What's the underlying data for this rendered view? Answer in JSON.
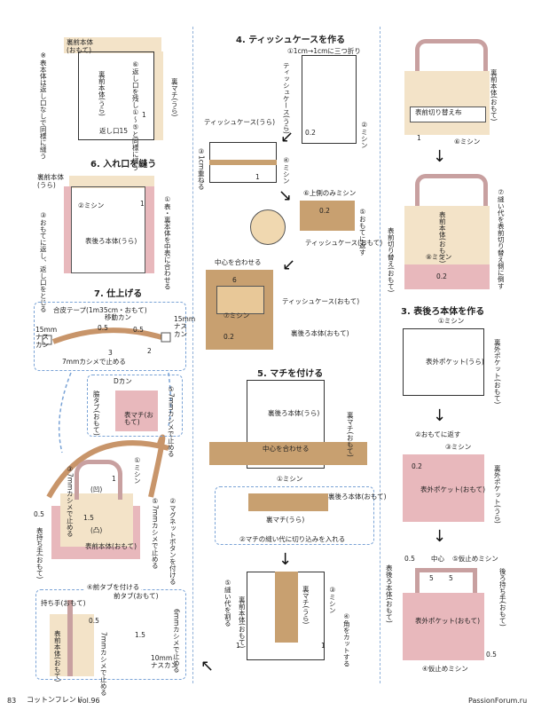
{
  "footer": {
    "page_num": "83",
    "magazine": "コットンフレンド",
    "vol": "vol.96",
    "watermark": "PassionForum.ru"
  },
  "left": {
    "top": {
      "label_back": "裏前本体",
      "label_back_sub": "(おもて)",
      "note": "※表本体は返し口なしで同様に縫う",
      "gusset": "裏マチ(うら)",
      "return_sew": "⑥返し口を残し①〜⑤と同様に縫う",
      "body": "裏前本体(うら)",
      "opening": "返し口15",
      "num1": "1"
    },
    "s6": {
      "title": "6. 入れ口を縫う",
      "label_back": "裏前本体",
      "label_back_sub": "(うら)",
      "sew": "②ミシン",
      "fold": "③おもてに返し、返し口をとじる",
      "align": "①表・裏本体を中表に合わせる",
      "body": "表後ろ本体(うら)",
      "num1": "1"
    },
    "s7": {
      "title": "7. 仕上げる",
      "tape": "合皮テープ(1m35cm・おもて)",
      "ring": "移動カン",
      "snap15a": "15mmナスカン",
      "snap15b": "15mmナスカン",
      "n05": "0.5",
      "n3": "3",
      "n2": "2",
      "n05b": "0.5",
      "rivet": "7mmカシメで止める",
      "dkan": "Dカン",
      "tab": "脇タブ(おもて)",
      "rivet2": "⑤7mmカシメで止める",
      "front": "表マチ(おもて)",
      "sew1": "①ミシン",
      "magnet": "②マグネットボタンを付ける",
      "rivet3": "⑤7mmカシメで止める",
      "frontbody": "表前本体(おもて)",
      "handle": "表持ち手(おもて)",
      "n15": "1.5",
      "n05c": "0.5",
      "n1": "1",
      "kaku": "(凹)",
      "kaku2": "(凸)",
      "s4": "④前タブを付ける",
      "handle2": "持ち手(おもて)",
      "fronttab": "前タブ(おもて)",
      "rivet4": "6mmカシメで止める",
      "rivet5": "7mmカシメで止める",
      "n15b": "1.5",
      "n05d": "0.5",
      "snap10": "10mmナスカン",
      "front_body2": "表前本体(おもて)",
      "rivet6": "③7mmカシメで止める"
    }
  },
  "mid": {
    "s4": {
      "title": "4. ティッシュケースを作る",
      "fold": "①1cm→1cmに三つ折り",
      "tissue1": "ティッシュケース(うら)",
      "tissue2": "ティッシュケース(うら)",
      "sew2": "②ミシン",
      "n02": "0.2",
      "overlap": "③1cm重ねる",
      "sew4": "④ミシン",
      "n1": "1",
      "top_sew": "⑥上側のみミシン",
      "turn": "⑤おもてに返す",
      "n02b": "0.2",
      "tissue3": "ティッシュケース(おもて)",
      "center": "中心を合わせる",
      "n6": "6",
      "tissue4": "ティッシュケース(おもて)",
      "sew7": "⑦ミシン",
      "n02c": "0.2",
      "backbody": "裏後ろ本体(おもて)"
    },
    "s5": {
      "title": "5. マチを付ける",
      "backbody": "裏後ろ本体(うら)",
      "gusset": "裏マチ(おもて)",
      "center": "中心を合わせる",
      "sew1": "①ミシン",
      "backbody2": "裏後ろ本体(おもて)",
      "gusset2": "裏マチ(うら)",
      "cut": "②マチの縫い代に切り込みを入れる",
      "sew5": "⑤縫い代を割る",
      "backfront": "裏前本体(おもて)",
      "gusset3": "裏マチ(うら)",
      "sew3": "③ミシン",
      "corner": "④角をカットする",
      "n1": "1",
      "n1b": "1"
    }
  },
  "right": {
    "top": {
      "body": "裏前本体(おもて)",
      "switch": "表前切り替え布",
      "n1": "1",
      "sew6": "⑥ミシン"
    },
    "mid": {
      "body": "表前本体(おもて)",
      "fold": "⑦縫い代を表前切り替え側に倒す",
      "switch": "表前切り替え(おもて)",
      "sew8": "⑧ミシン",
      "n02": "0.2"
    },
    "s3": {
      "title": "3. 表後ろ本体を作る",
      "sew1": "①ミシン",
      "pocket_back": "裏外ポケット(おもて)",
      "pocket": "表外ポケット(うら)",
      "turn": "②おもてに返す",
      "sew3": "③ミシン",
      "n02": "0.2",
      "pocket2": "表外ポケット(おもて)",
      "pocket_back2": "裏外ポケット(うら)",
      "n05": "0.5",
      "center": "中心",
      "tack": "⑤仮止めミシン",
      "n5a": "5",
      "n5b": "5",
      "backbody": "表後ろ本体(おもて)",
      "handle": "後ろ持ち手(おもて)",
      "pocket3": "表外ポケット(おもて)",
      "n05b": "0.5",
      "tack4": "④仮止めミシン"
    }
  }
}
